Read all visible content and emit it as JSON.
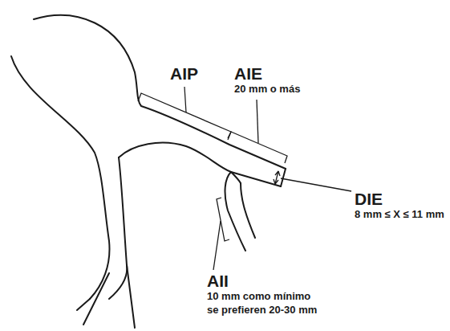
{
  "diagram": {
    "labels": [
      "AIP",
      "AIE",
      "20 mm o más",
      "DIE",
      "8 mm ≤ X ≤ 11 mm",
      "AII",
      "10 mm como mínimo",
      "se prefieren 20-30 mm"
    ]
  }
}
